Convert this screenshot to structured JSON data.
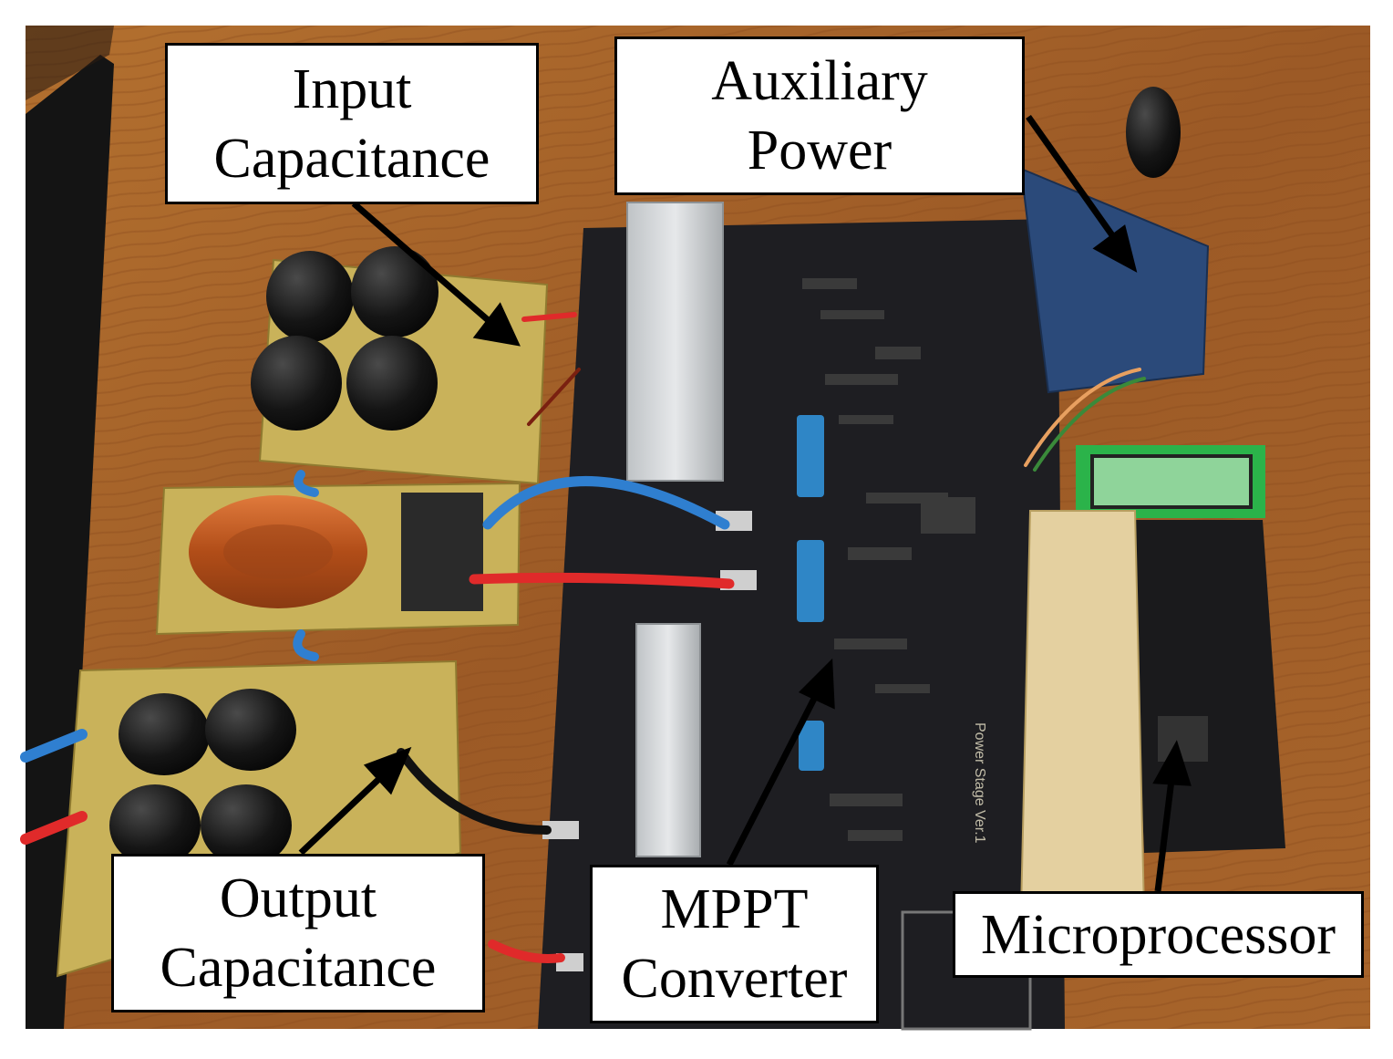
{
  "labels": {
    "input": {
      "line1": "Input",
      "line2": "Capacitance"
    },
    "auxiliary": {
      "line1": "Auxiliary",
      "line2": "Power"
    },
    "output": {
      "line1": "Output",
      "line2": "Capacitance"
    },
    "mppt": {
      "line1": "MPPT",
      "line2": "Converter"
    },
    "micro": {
      "line1": "Microprocessor"
    },
    "board_silkscreen": "Power Stage Ver.1"
  },
  "colors": {
    "table_wood": "#a8642c",
    "pcb_black": "#1e1e22",
    "fr4_yellow": "#c9b25a",
    "inductor_copper": "#c4571e",
    "lcd_green": "#8fd49a",
    "wire_red": "#e02a2a",
    "wire_blue": "#2f7fd0",
    "film_cap_blue": "#2f86c6"
  }
}
